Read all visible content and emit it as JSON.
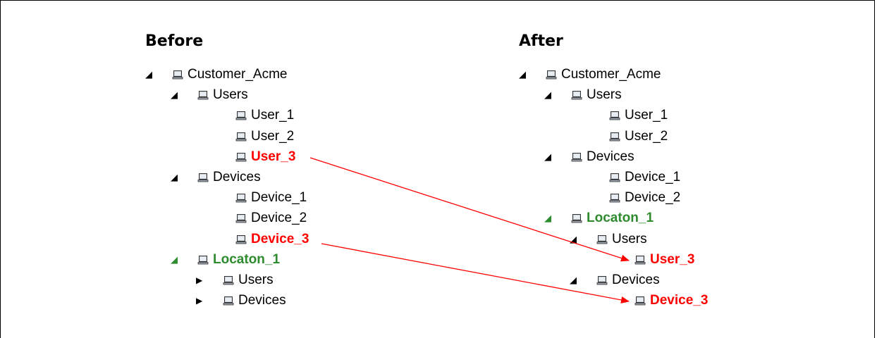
{
  "colors": {
    "moved": "#ff0000",
    "location": "#2e8b2e",
    "default": "#000000"
  },
  "icons": {
    "node": "computer-icon",
    "expanded": "triangle-down-right-icon",
    "collapsed": "triangle-right-icon"
  },
  "before": {
    "title": "Before",
    "nodes": [
      {
        "label": "Customer_Acme",
        "level": 0,
        "caret": "expanded",
        "style": "normal"
      },
      {
        "label": "Users",
        "level": 1,
        "caret": "expanded",
        "style": "normal"
      },
      {
        "label": "User_1",
        "level": 2,
        "caret": "none",
        "style": "normal"
      },
      {
        "label": "User_2",
        "level": 2,
        "caret": "none",
        "style": "normal"
      },
      {
        "label": "User_3",
        "level": 2,
        "caret": "none",
        "style": "red"
      },
      {
        "label": "Devices",
        "level": 1,
        "caret": "expanded",
        "style": "normal"
      },
      {
        "label": "Device_1",
        "level": 2,
        "caret": "none",
        "style": "normal"
      },
      {
        "label": "Device_2",
        "level": 2,
        "caret": "none",
        "style": "normal"
      },
      {
        "label": "Device_3",
        "level": 2,
        "caret": "none",
        "style": "red"
      },
      {
        "label": "Locaton_1",
        "level": 1,
        "caret": "expanded-green",
        "style": "green"
      },
      {
        "label": "Users",
        "level": 2,
        "caret": "collapsed",
        "style": "normal"
      },
      {
        "label": "Devices",
        "level": 2,
        "caret": "collapsed",
        "style": "normal"
      }
    ]
  },
  "after": {
    "title": "After",
    "nodes": [
      {
        "label": "Customer_Acme",
        "level": 0,
        "caret": "expanded",
        "style": "normal"
      },
      {
        "label": "Users",
        "level": 1,
        "caret": "expanded",
        "style": "normal"
      },
      {
        "label": "User_1",
        "level": 2,
        "caret": "none",
        "style": "normal"
      },
      {
        "label": "User_2",
        "level": 2,
        "caret": "none",
        "style": "normal"
      },
      {
        "label": "Devices",
        "level": 1,
        "caret": "expanded",
        "style": "normal"
      },
      {
        "label": "Device_1",
        "level": 2,
        "caret": "none",
        "style": "normal"
      },
      {
        "label": "Device_2",
        "level": 2,
        "caret": "none",
        "style": "normal"
      },
      {
        "label": "Locaton_1",
        "level": 1,
        "caret": "expanded-green",
        "style": "green"
      },
      {
        "label": "Users",
        "level": 2,
        "caret": "expanded",
        "style": "normal"
      },
      {
        "label": "User_3",
        "level": 3,
        "caret": "none",
        "style": "red"
      },
      {
        "label": "Devices",
        "level": 2,
        "caret": "expanded",
        "style": "normal"
      },
      {
        "label": "Device_3",
        "level": 3,
        "caret": "none",
        "style": "red"
      }
    ]
  },
  "moves": [
    {
      "from": "User_3",
      "to": "User_3"
    },
    {
      "from": "Device_3",
      "to": "Device_3"
    }
  ]
}
